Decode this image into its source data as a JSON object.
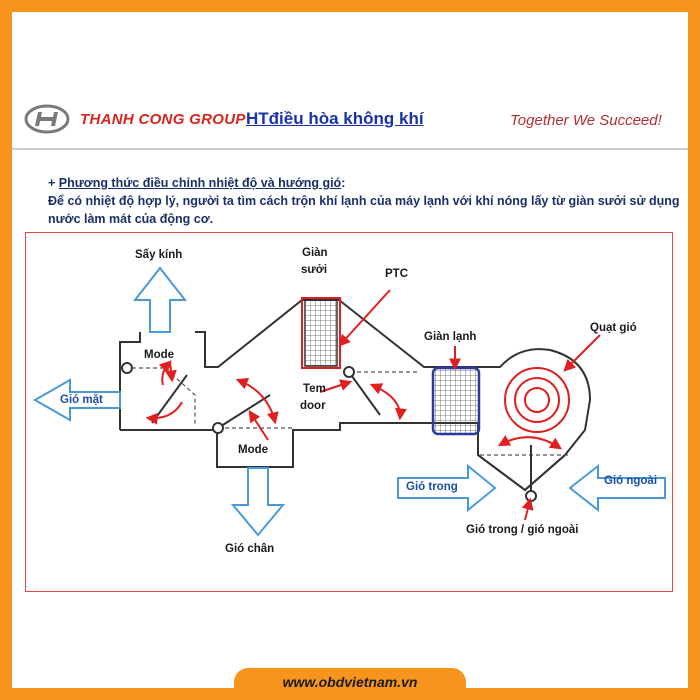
{
  "header": {
    "brand": "THANH CONG GROUP",
    "title": "HTđiều hòa không khí",
    "tagline": "Together We Succeed!"
  },
  "intro": {
    "prefix": "+ ",
    "heading": "Phương thức điều chỉnh nhiệt độ và hướng gió",
    "heading_suffix": ":",
    "body": "Để có nhiệt độ hợp lý, người ta tìm cách trộn khí lạnh của máy lạnh với khí nóng lấy từ giàn sưởi sử dụng nước làm mát của động cơ."
  },
  "labels": {
    "say_kinh": "Sấy kính",
    "gian_suoi_1": "Giàn",
    "gian_suoi_2": "sưởi",
    "ptc": "PTC",
    "mode_top": "Mode",
    "mode_bottom": "Mode",
    "gian_lanh": "Giàn lạnh",
    "quat_gio": "Quạt gió",
    "tem_1": "Tem",
    "tem_2": "door",
    "gio_mat": "Gió mặt",
    "gio_chan": "Gió chân",
    "gio_trong": "Gió trong",
    "gio_ngoai": "Gió ngoài",
    "gio_trong_ngoai": "Gió trong / gió ngoài"
  },
  "colors": {
    "frame": "#f7941d",
    "brand_red": "#d7261e",
    "title_blue": "#1a33a8",
    "arrow_red": "#e02020",
    "flow_arrow_blue": "#4a9ad8",
    "evaporator_blue": "#2a3aa0"
  },
  "footer": {
    "website": "www.obdvietnam.vn"
  }
}
